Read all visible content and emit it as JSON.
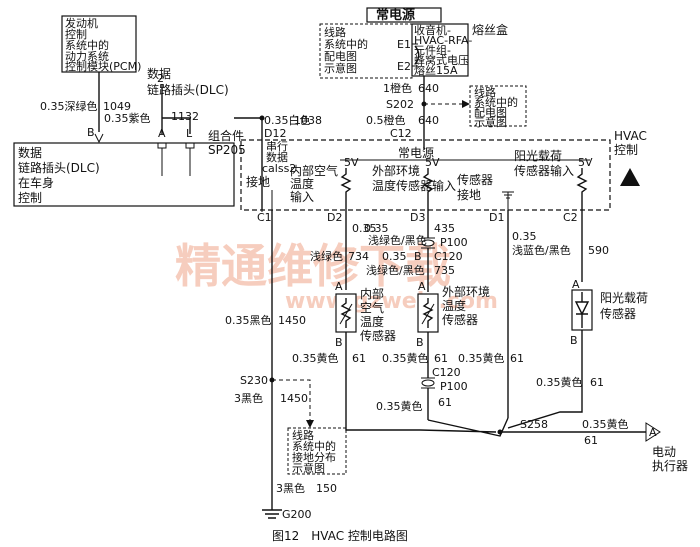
{
  "title": "图12　HVAC 控制电路图",
  "watermark": {
    "cn": "精通维修下载",
    "url": "www.gzweix.com"
  },
  "power": {
    "label": "常电源",
    "fuse_box": "熔丝盒",
    "fuse_text": [
      "收音机-",
      "HVAC-RFA-",
      "元件组-",
      "蜂窝式电压",
      "熔丝15A"
    ],
    "e1": "E1",
    "e2": "E2"
  },
  "ref_power": [
    "线路",
    "系统中的",
    "配电图",
    "示意图"
  ],
  "ref_power2": [
    "线路",
    "系统中的",
    "配电图",
    "示意图"
  ],
  "ref_ground": [
    "线路",
    "系统中的",
    "接地分布",
    "示意图"
  ],
  "wire_640_a": {
    "spec": "1橙色",
    "num": "640"
  },
  "wire_640_b": {
    "spec": "0.5橙色",
    "num": "640"
  },
  "splice_s202": "S202",
  "conn_c12": "C12",
  "pcm": [
    "发动机",
    "控制",
    "系统中的",
    "动力系统",
    "控制模块(PCM)"
  ],
  "dlc_label": {
    "num": "2",
    "text": [
      "数据",
      "链路插头(DLC)"
    ]
  },
  "dlc_box": [
    "数据",
    "链路插头(DLC)",
    "在车身",
    "控制"
  ],
  "wire_1049": {
    "spec": "0.35深绿色",
    "num": "1049",
    "pin": "B"
  },
  "wire_1132": {
    "spec": "0.35紫色",
    "num": "1132",
    "pin_a": "A",
    "pin_l": "L"
  },
  "wire_1038": {
    "spec": "0.35白色",
    "num": "1038",
    "pin": "D12"
  },
  "sp205": [
    "组合件",
    "SP205"
  ],
  "hvac_label": [
    "HVAC",
    "控制"
  ],
  "hvac_inner": {
    "power": "常电源",
    "serial": [
      "串行",
      "数据",
      "calss2"
    ],
    "ground": "接地",
    "inner_air": [
      "内部空气",
      "温度",
      "输入"
    ],
    "outer_air": [
      "外部环境",
      "温度传感器输入"
    ],
    "sensor_ground": [
      "传感器",
      "接地"
    ],
    "sunload": [
      "阳光载荷",
      "传感器输入"
    ],
    "v5a": "5V",
    "v5b": "5V",
    "v5c": "5V"
  },
  "pins": {
    "c1": "C1",
    "d2": "D2",
    "d3": "D3",
    "d1": "D1",
    "c2": "C2"
  },
  "wire_734": {
    "spec": "0.35",
    "spec2": "浅绿色",
    "num": "734"
  },
  "wire_435": {
    "spec": "0.35",
    "spec2": "浅绿色/黑色",
    "num": "435"
  },
  "wire_735": {
    "spec": "0.35",
    "spec2": "浅绿色/黑色",
    "num": "735"
  },
  "wire_590": {
    "spec": "0.35",
    "spec2": "浅蓝色/黑色",
    "num": "590"
  },
  "p100_top": {
    "p": "P100",
    "c": "C120",
    "b": "B"
  },
  "wire_1450": {
    "spec": "0.35黑色",
    "num": "1450"
  },
  "sensor_inner": [
    "内部",
    "空气",
    "温度",
    "传感器"
  ],
  "sensor_outer": [
    "外部环境",
    "温度",
    "传感器"
  ],
  "sensor_sun": [
    "阳光载荷",
    "传感器"
  ],
  "pins_ab": {
    "a": "A",
    "b": "B"
  },
  "wire_61_a": {
    "spec": "0.35黄色",
    "num": "61"
  },
  "wire_61_b": {
    "spec": "0.35黄色",
    "num": "61"
  },
  "wire_61_c": {
    "spec": "0.35黄色",
    "num": "61"
  },
  "wire_61_d": {
    "spec": "0.35黄色",
    "num": "61"
  },
  "wire_61_e": {
    "spec": "0.35黄色",
    "num": "61"
  },
  "wire_61_f": {
    "spec": "0.35黄色",
    "num": "61"
  },
  "p100_bot": {
    "c": "C120",
    "p": "P100"
  },
  "splice_s230": "S230",
  "wire_1450b": {
    "spec": "3黑色",
    "num": "1450"
  },
  "wire_150": {
    "spec": "3黑色",
    "num": "150"
  },
  "ground_g200": "G200",
  "splice_s258": "S258",
  "actuator": {
    "pin": "A",
    "label": [
      "电动",
      "执行器"
    ]
  }
}
